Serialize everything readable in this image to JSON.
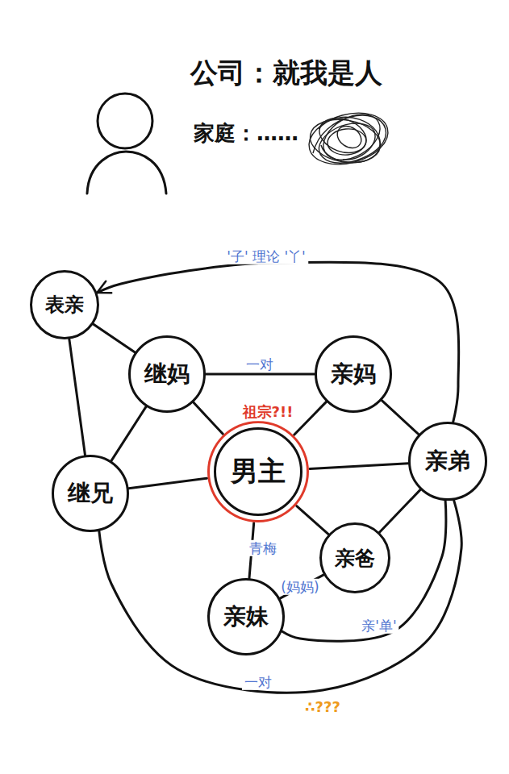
{
  "diagram": {
    "nodes": [
      {
        "text": [
          "表亲"
        ]
      },
      {
        "text": [
          "继妈"
        ]
      },
      {
        "text": [
          "亲妈"
        ]
      },
      {
        "text": [
          "男主"
        ]
      },
      {
        "text": [
          "亲弟"
        ]
      },
      {
        "text": [
          "继兄"
        ]
      },
      {
        "text": [
          "亲爸"
        ]
      },
      {
        "text": [
          "亲妹"
        ]
      }
    ],
    "edges": [
      {
        "from": 4,
        "to": 0,
        "arrow": "to",
        "label": "'子' 理论 '丫'"
      },
      {
        "from": 0,
        "to": 1,
        "arrow": "none"
      },
      {
        "from": 0,
        "to": 5,
        "arrow": "none"
      },
      {
        "from": 1,
        "to": 2,
        "arrow": "none",
        "label": "一对"
      },
      {
        "from": 1,
        "to": 3,
        "arrow": "none"
      },
      {
        "from": 1,
        "to": 5,
        "arrow": "none"
      },
      {
        "from": 2,
        "to": 3,
        "arrow": "none"
      },
      {
        "from": 2,
        "to": 4,
        "arrow": "none"
      },
      {
        "from": 5,
        "to": 3,
        "arrow": "none"
      },
      {
        "from": 3,
        "to": 4,
        "arrow": "none"
      },
      {
        "from": 3,
        "to": 7,
        "arrow": "none",
        "label": "青梅"
      },
      {
        "from": 3,
        "to": 6,
        "arrow": "none"
      },
      {
        "from": 4,
        "to": 6,
        "arrow": "none"
      },
      {
        "from": 6,
        "to": 7,
        "arrow": "none",
        "label": "(妈妈)"
      },
      {
        "from": 4,
        "to": 7,
        "arrow": "none",
        "label": "亲'单'"
      },
      {
        "from": 5,
        "to": 4,
        "arrow": "none",
        "label": "一对"
      }
    ],
    "labels": [
      "公司：就我是人",
      "家庭：……",
      "祖宗?!!",
      "∴???"
    ]
  }
}
